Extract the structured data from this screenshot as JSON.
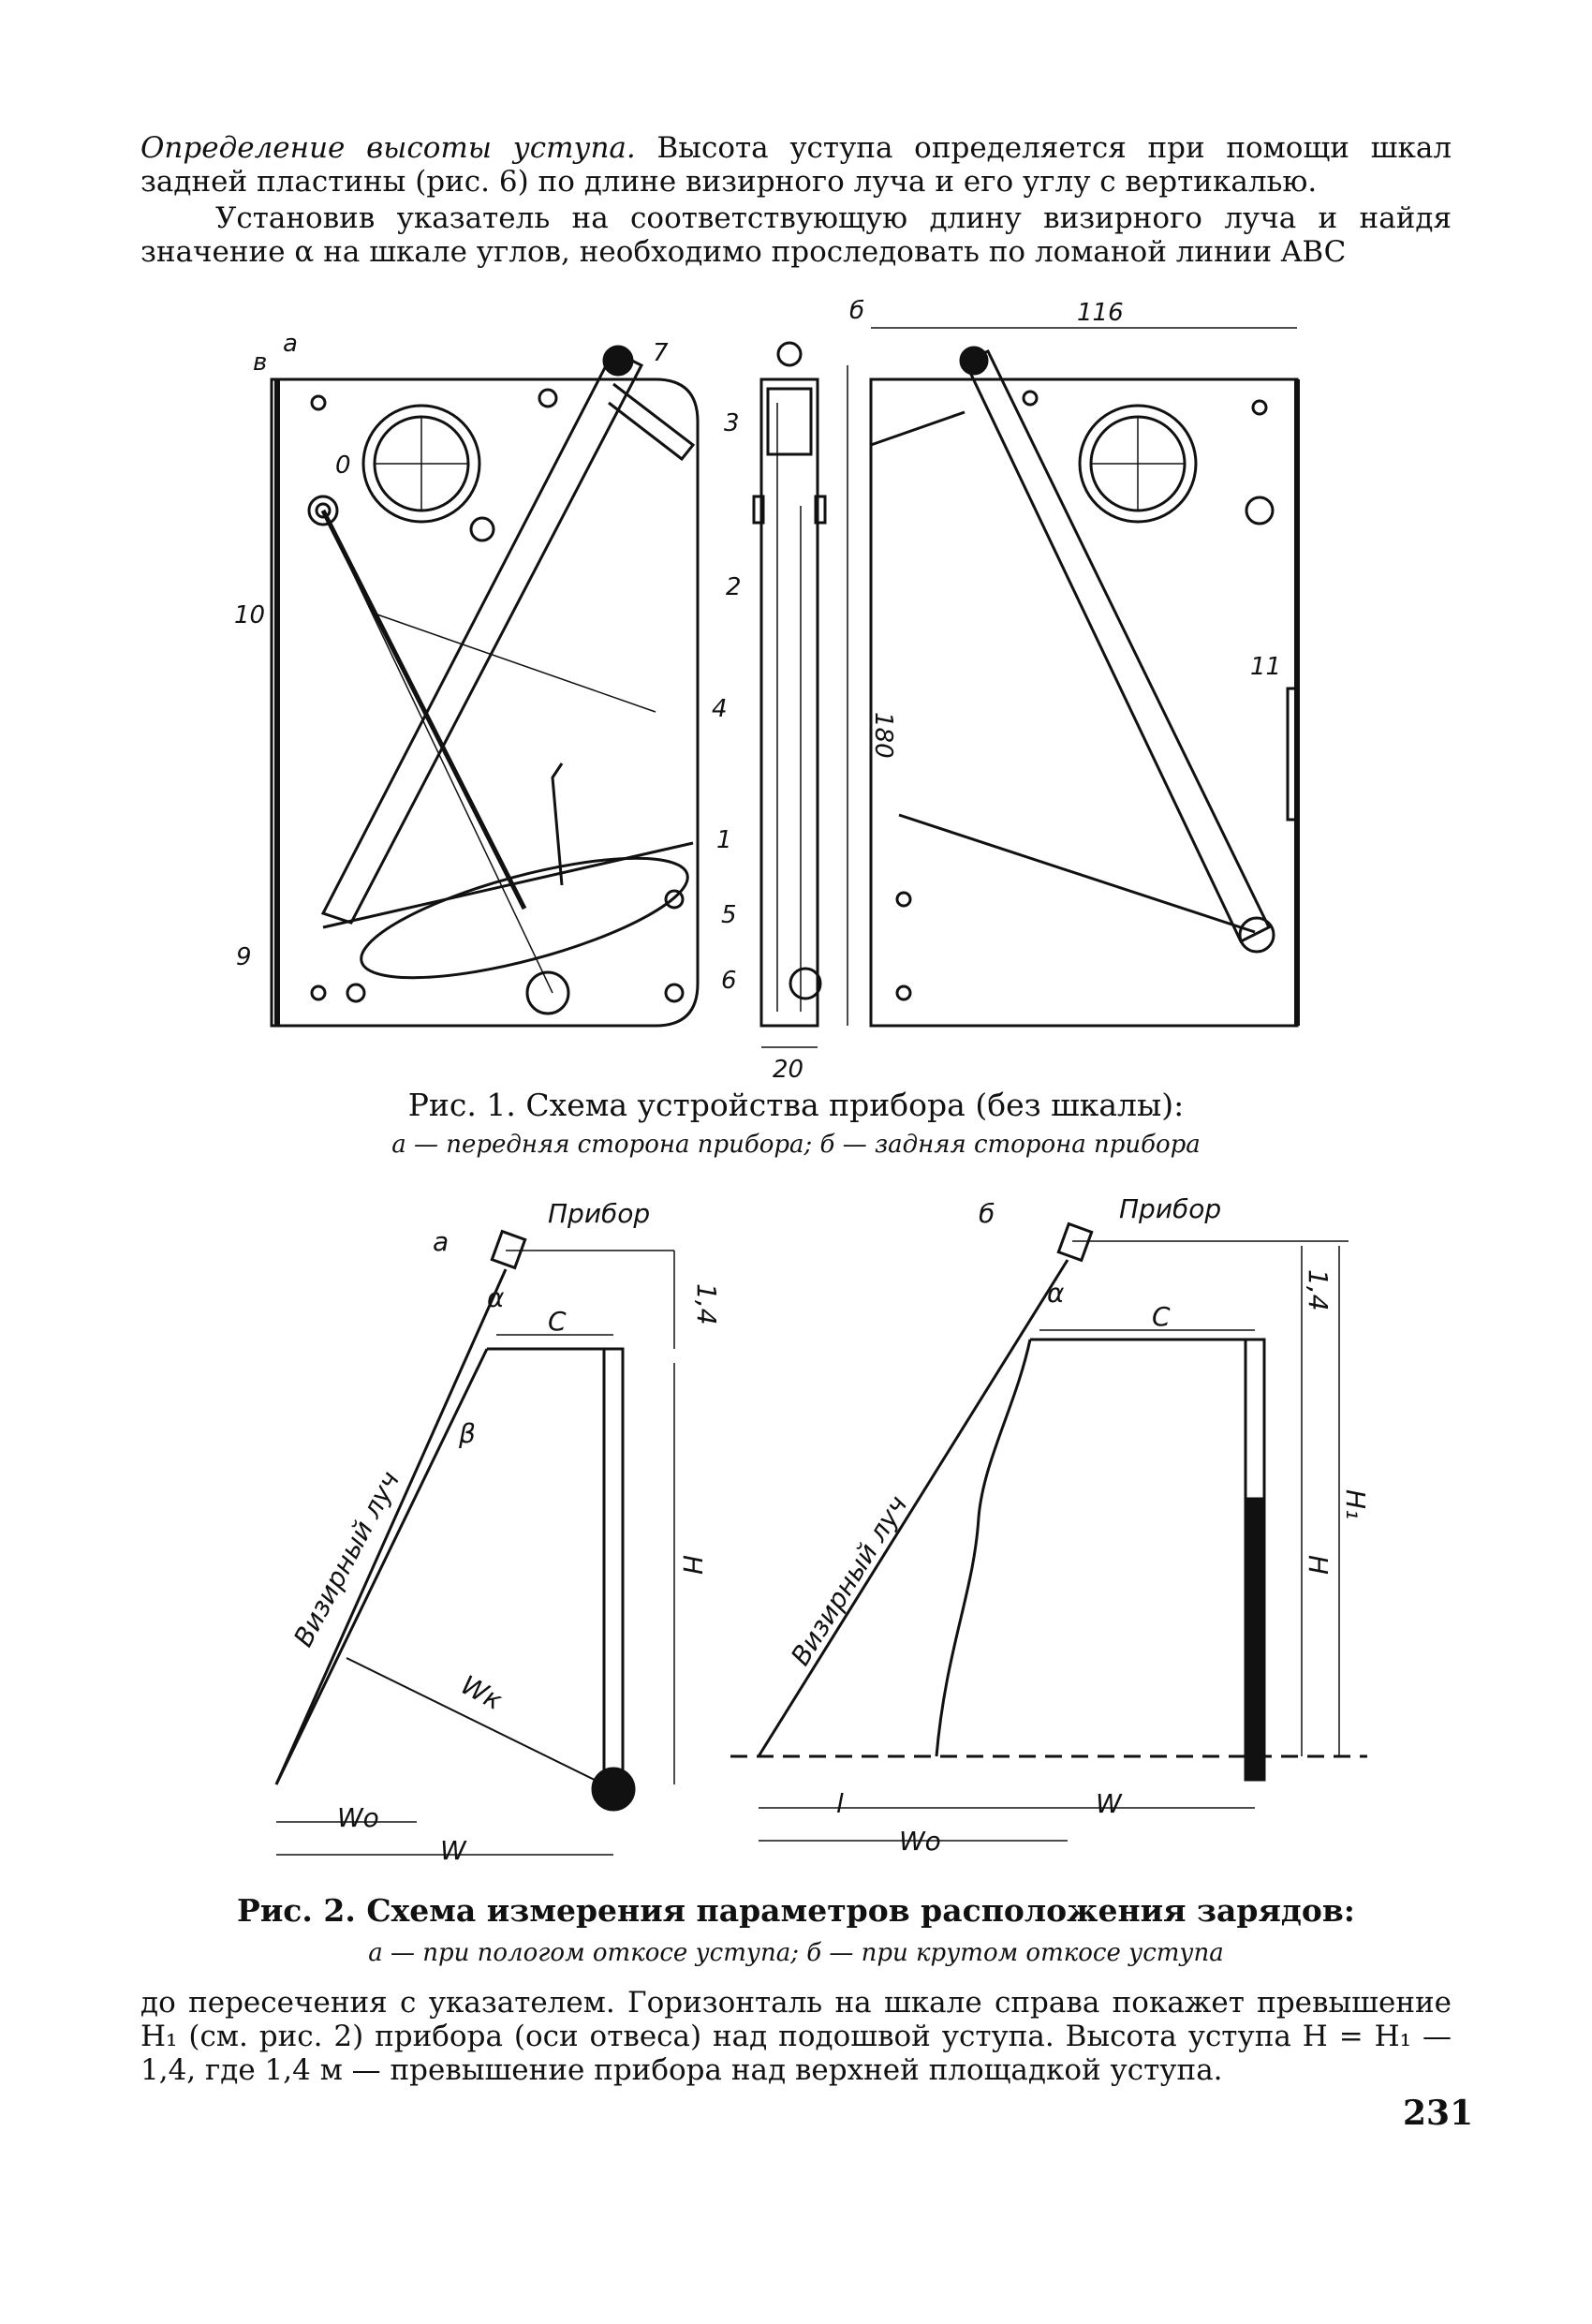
{
  "top_text": {
    "p1_lead": "Определение высоты уступа.",
    "p1_rest": "Высота уступа определяется при помощи шкал задней пластины (рис. 6) по длине визирного луча и его углу с вертикалью.",
    "p2": "Установив указатель на соответствующую длину визирного луча и найдя значение α на шкале углов, необходимо проследовать по ломаной линии ABC"
  },
  "figure1": {
    "caption": "Рис. 1. Схема устройства прибора (без шкалы):",
    "subcaption": "а — передняя сторона прибора; б — задняя сторона прибора",
    "label_a": "а",
    "label_b": "б",
    "label_v": "в",
    "dim_width": "116",
    "dim_height": "180",
    "dim_thickness": "20",
    "callouts": [
      "0",
      "1",
      "2",
      "3",
      "4",
      "5",
      "6",
      "7",
      "9",
      "10",
      "11"
    ]
  },
  "figure2": {
    "caption": "Рис. 2. Схема измерения параметров расположения зарядов:",
    "subcaption": "а — при пологом откосе уступа; б — при крутом откосе уступа",
    "label_a": "а",
    "label_b": "б",
    "device": "Прибор",
    "alpha": "α",
    "beta": "β",
    "c": "С",
    "h_dev": "1,4",
    "H": "Н",
    "H1": "Н₁",
    "ray": "Визирный луч",
    "Wk": "Wк",
    "Wo": "Wо",
    "W": "W",
    "l": "l"
  },
  "bottom_text": {
    "p3": "до пересечения с указателем. Горизонталь на шкале справа покажет превышение Н₁ (см. рис. 2) прибора (оси отвеса) над подошвой уступа. Высота уступа Н = Н₁ — 1,4, где 1,4 м — превышение прибора над верхней площадкой уступа."
  },
  "page_number": "231"
}
